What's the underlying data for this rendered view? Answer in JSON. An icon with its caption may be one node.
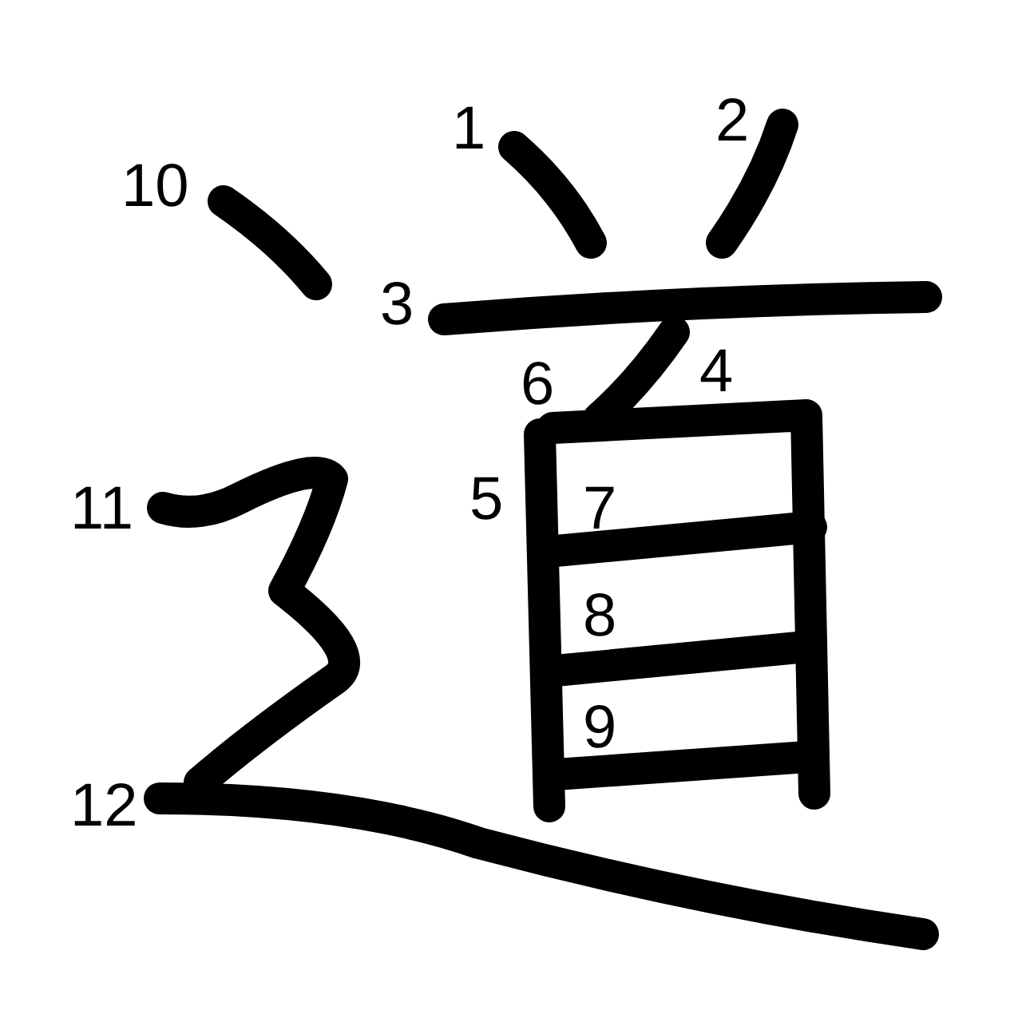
{
  "diagram": {
    "labels": [
      "1",
      "2",
      "10",
      "3",
      "4",
      "6",
      "5",
      "11",
      "7",
      "8",
      "9",
      "12"
    ]
  }
}
